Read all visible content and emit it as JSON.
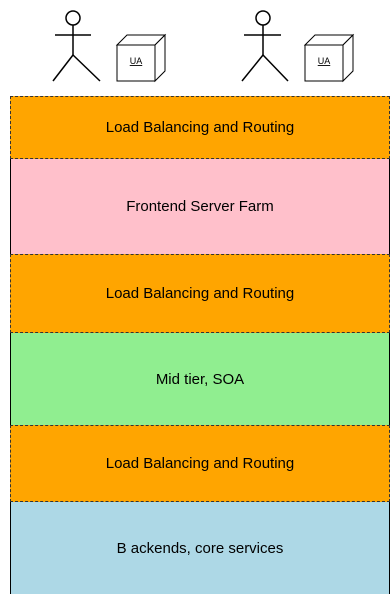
{
  "actors": {
    "ua_label_1": "UA",
    "ua_label_2": "UA"
  },
  "layers": [
    {
      "label": "Load Balancing and Routing",
      "color": "#FFA500",
      "border": "dashed"
    },
    {
      "label": "Frontend Server Farm",
      "color": "#FFC0CB",
      "border": "solid"
    },
    {
      "label": "Load Balancing and Routing",
      "color": "#FFA500",
      "border": "dashed"
    },
    {
      "label": "Mid tier, SOA",
      "color": "#90EE90",
      "border": "solid"
    },
    {
      "label": "Load Balancing and Routing",
      "color": "#FFA500",
      "border": "dashed"
    },
    {
      "label": "B ackends, core services",
      "color": "#ADD8E6",
      "border": "solid"
    }
  ]
}
